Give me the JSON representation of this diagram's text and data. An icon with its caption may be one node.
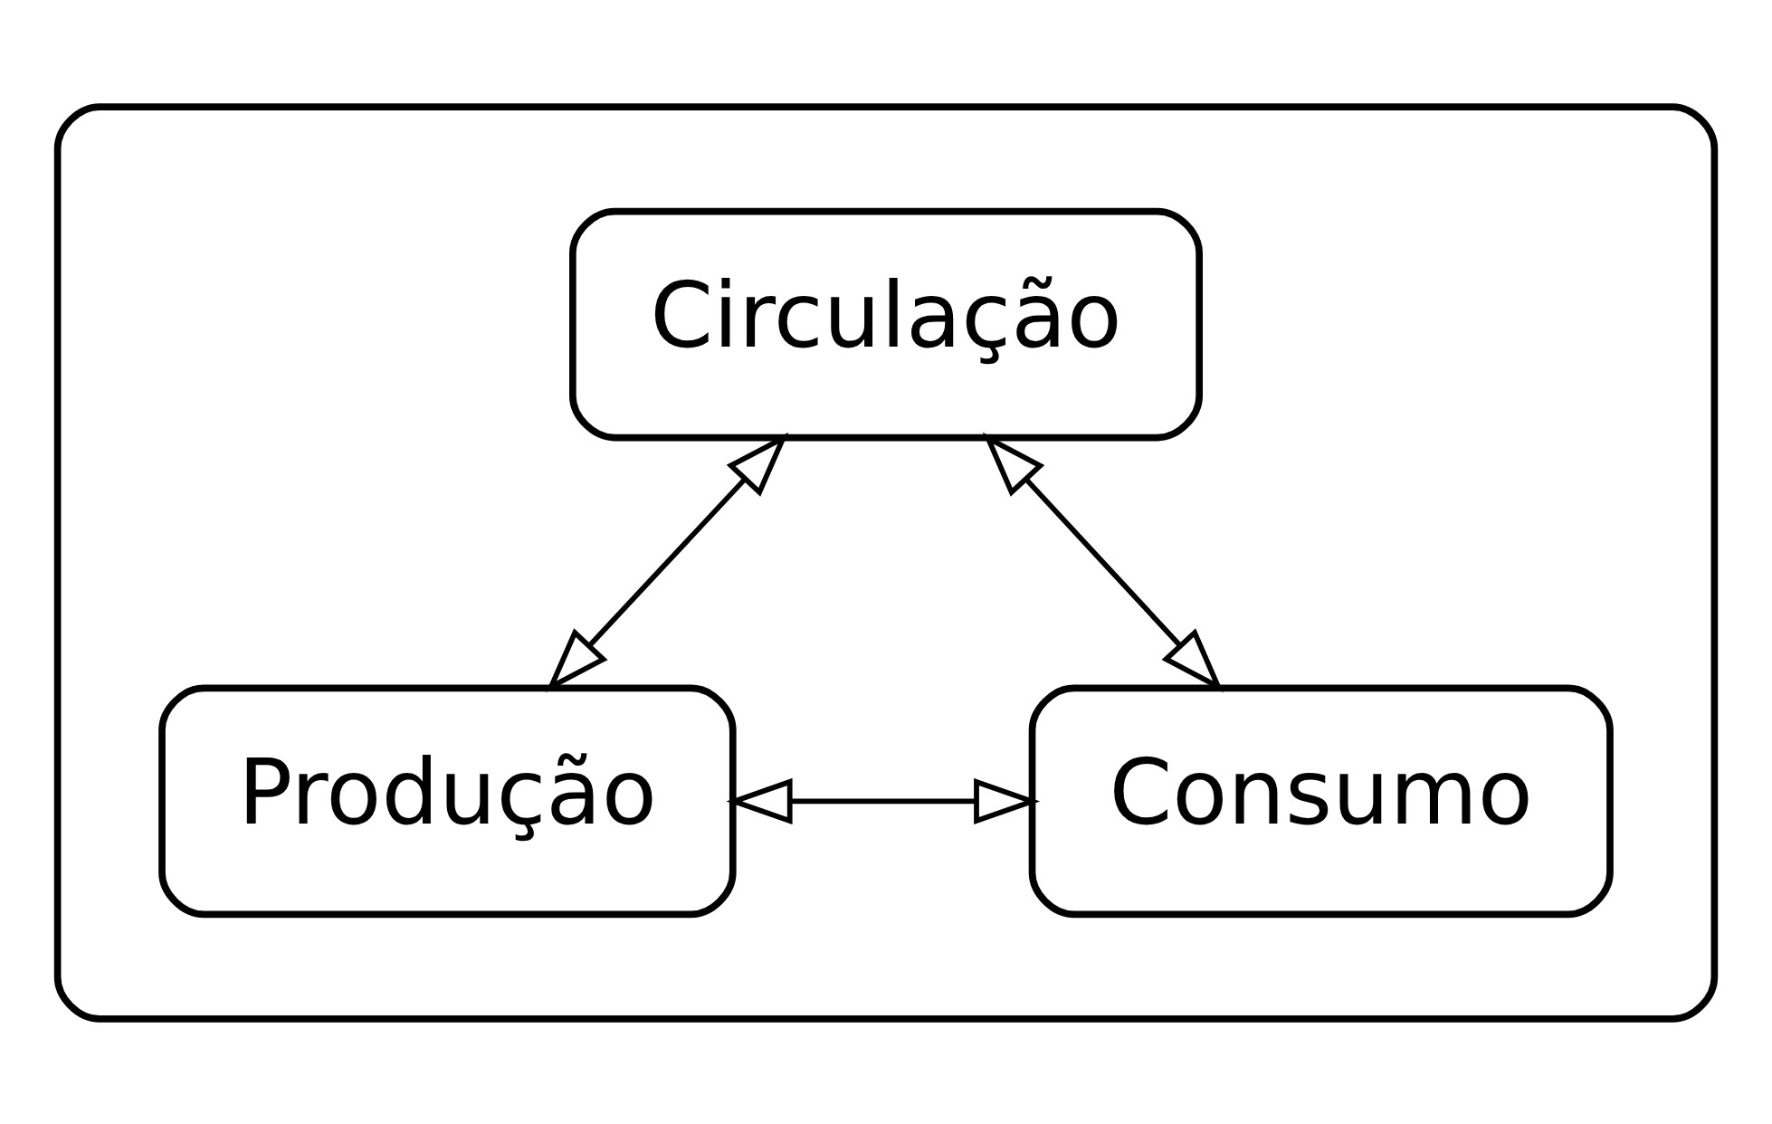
{
  "diagram": {
    "nodes": [
      {
        "text": [],
        "shape": "box"
      },
      {
        "text": [
          "Circulação"
        ],
        "in": 0
      },
      {
        "text": [
          "Produção"
        ],
        "in": 0
      },
      {
        "text": [
          "Consumo"
        ],
        "in": 0
      }
    ],
    "edges": [
      {
        "from": 1,
        "to": 2,
        "arrow": "both"
      },
      {
        "from": 1,
        "to": 3,
        "arrow": "both"
      },
      {
        "from": 2,
        "to": 3,
        "arrow": "both"
      }
    ]
  }
}
